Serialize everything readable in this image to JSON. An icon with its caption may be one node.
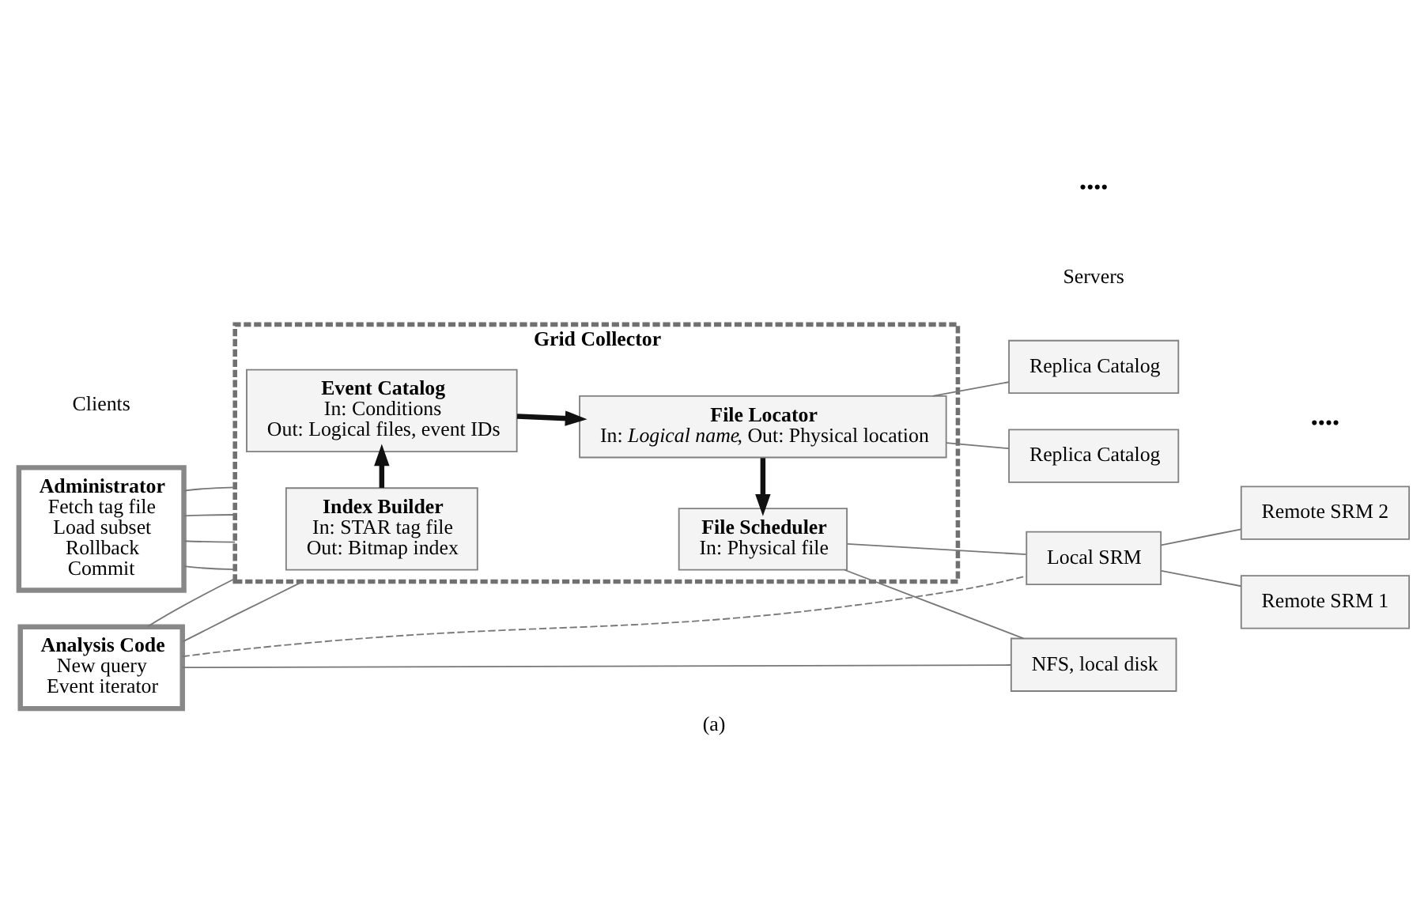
{
  "diagram": {
    "caption": "(a)",
    "nodes": [
      {
        "text": [
          "Administrator",
          "Fetch tag file",
          "Load subset",
          "Rollback",
          "Commit"
        ]
      },
      {
        "text": [
          "Analysis Code",
          "New query",
          "Event iterator"
        ]
      },
      {
        "text": [
          "Grid Collector"
        ]
      },
      {
        "text": [
          "Index Builder",
          "In: STAR tag file",
          "Out: Bitmap index"
        ],
        "in": 2
      },
      {
        "text": [
          "Event Catalog",
          "In: Conditions",
          "Out: Logical files, event IDs"
        ],
        "in": 2
      },
      {
        "text": [
          "File Locator",
          "In: *Logical name*, Out: Physical location"
        ],
        "in": 2
      },
      {
        "text": [
          "File Scheduler",
          "In: Physical file"
        ],
        "in": 2
      },
      {
        "text": [
          "Replica Catalog"
        ]
      },
      {
        "text": [
          "Replica Catalog"
        ]
      },
      {
        "text": [
          "NFS, local disk"
        ]
      },
      {
        "text": [
          "Local SRM"
        ]
      },
      {
        "text": [
          "Remote SRM 1"
        ]
      },
      {
        "text": [
          "Remote SRM 2"
        ]
      }
    ],
    "edges": [
      {
        "from": 0,
        "to": 2,
        "arrow": "none"
      },
      {
        "from": 0,
        "to": 2,
        "arrow": "none"
      },
      {
        "from": 0,
        "to": 2,
        "arrow": "none"
      },
      {
        "from": 0,
        "to": 2,
        "arrow": "none"
      },
      {
        "from": 1,
        "to": 2,
        "arrow": "none"
      },
      {
        "from": 1,
        "to": 2,
        "arrow": "none"
      },
      {
        "from": 3,
        "to": 4,
        "arrow": "to",
        "style": "thick",
        "color": "#111111"
      },
      {
        "from": 4,
        "to": 5,
        "arrow": "to",
        "style": "thick",
        "color": "#111111"
      },
      {
        "from": 5,
        "to": 6,
        "arrow": "to",
        "style": "thick",
        "color": "#111111"
      },
      {
        "from": 5,
        "to": 7,
        "arrow": "none"
      },
      {
        "from": 5,
        "to": 8,
        "arrow": "none"
      },
      {
        "from": 1,
        "to": 9,
        "arrow": "none"
      },
      {
        "from": 6,
        "to": 9,
        "arrow": "none"
      },
      {
        "from": 6,
        "to": 10,
        "arrow": "none"
      },
      {
        "from": 1,
        "to": 10,
        "arrow": "none",
        "style": "dashed"
      },
      {
        "from": 10,
        "to": 11,
        "arrow": "none"
      },
      {
        "from": 10,
        "to": 12,
        "arrow": "none"
      }
    ],
    "labels": [
      "Clients",
      "Servers",
      "••••",
      "••••"
    ]
  }
}
